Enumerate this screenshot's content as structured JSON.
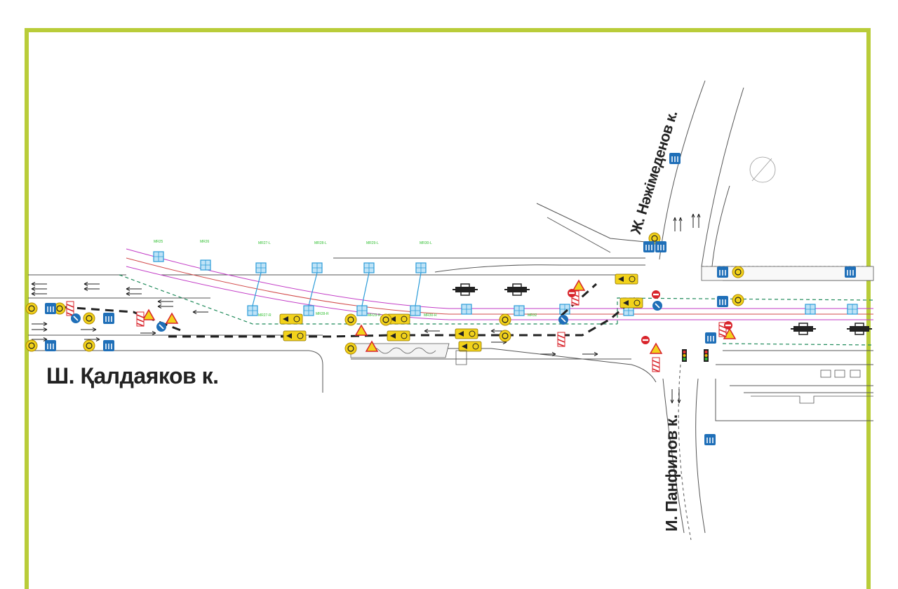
{
  "streets": {
    "kaldayakov": "Ш. Қалдаяков к.",
    "nazhimedenov": "Ж. Нәжімеденов к.",
    "panfilov": "И. Панфилов к."
  },
  "piers": {
    "top": [
      "MR25",
      "MR26",
      "MR27-L",
      "MR28-L",
      "MR29-L",
      "MR30-L"
    ],
    "bottom": [
      "MR27-R",
      "MR28-R",
      "MR29-R",
      "MR30-R",
      "MR32"
    ]
  },
  "colors": {
    "frame": "#b9cc39",
    "road_edge": "#555555",
    "lrt_track": "#c23bc6",
    "lrt_axis": "#d24b4b",
    "piers": "#2a9bd8",
    "pier_labels": "#2fbf2f",
    "fence": "#1f8a5a",
    "closure_line": "#222222",
    "warning_signs": "#f2d21b",
    "info_signs": "#1f6fb8"
  },
  "icons": [
    "warning-sign-icon",
    "direction-sign-icon",
    "no-entry-sign-icon",
    "keep-right-sign-icon",
    "excavator-icon",
    "traffic-light-icon",
    "compass-icon"
  ]
}
